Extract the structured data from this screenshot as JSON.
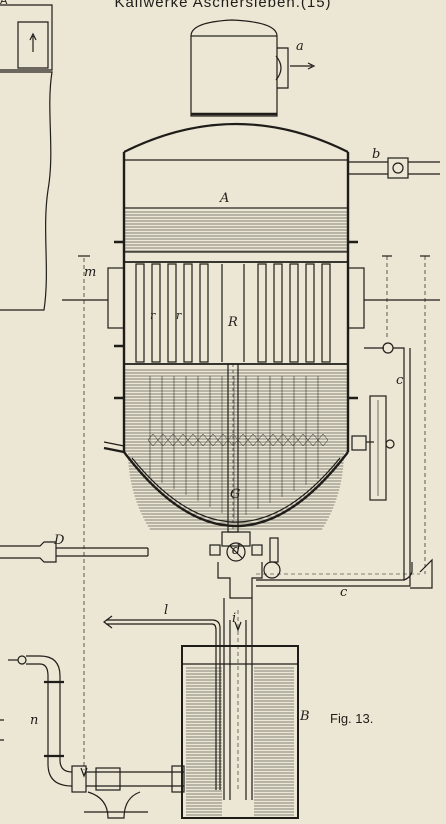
{
  "header": {
    "title": "Kaliwerke Aschersleben.",
    "plate": "(15)"
  },
  "figure": {
    "label": "Fig. 13."
  },
  "labels": {
    "a": "a",
    "b": "b",
    "A": "A",
    "m": "m",
    "r1": "r",
    "r2": "r",
    "R": "R",
    "c1": "c",
    "c2": "c",
    "G": "G",
    "d": "d",
    "D": "D",
    "l": "l",
    "i": "i",
    "B": "B",
    "n": "n",
    "A0": "A"
  },
  "colors": {
    "paper": "#ece6d4",
    "ink": "#1f1d19"
  }
}
